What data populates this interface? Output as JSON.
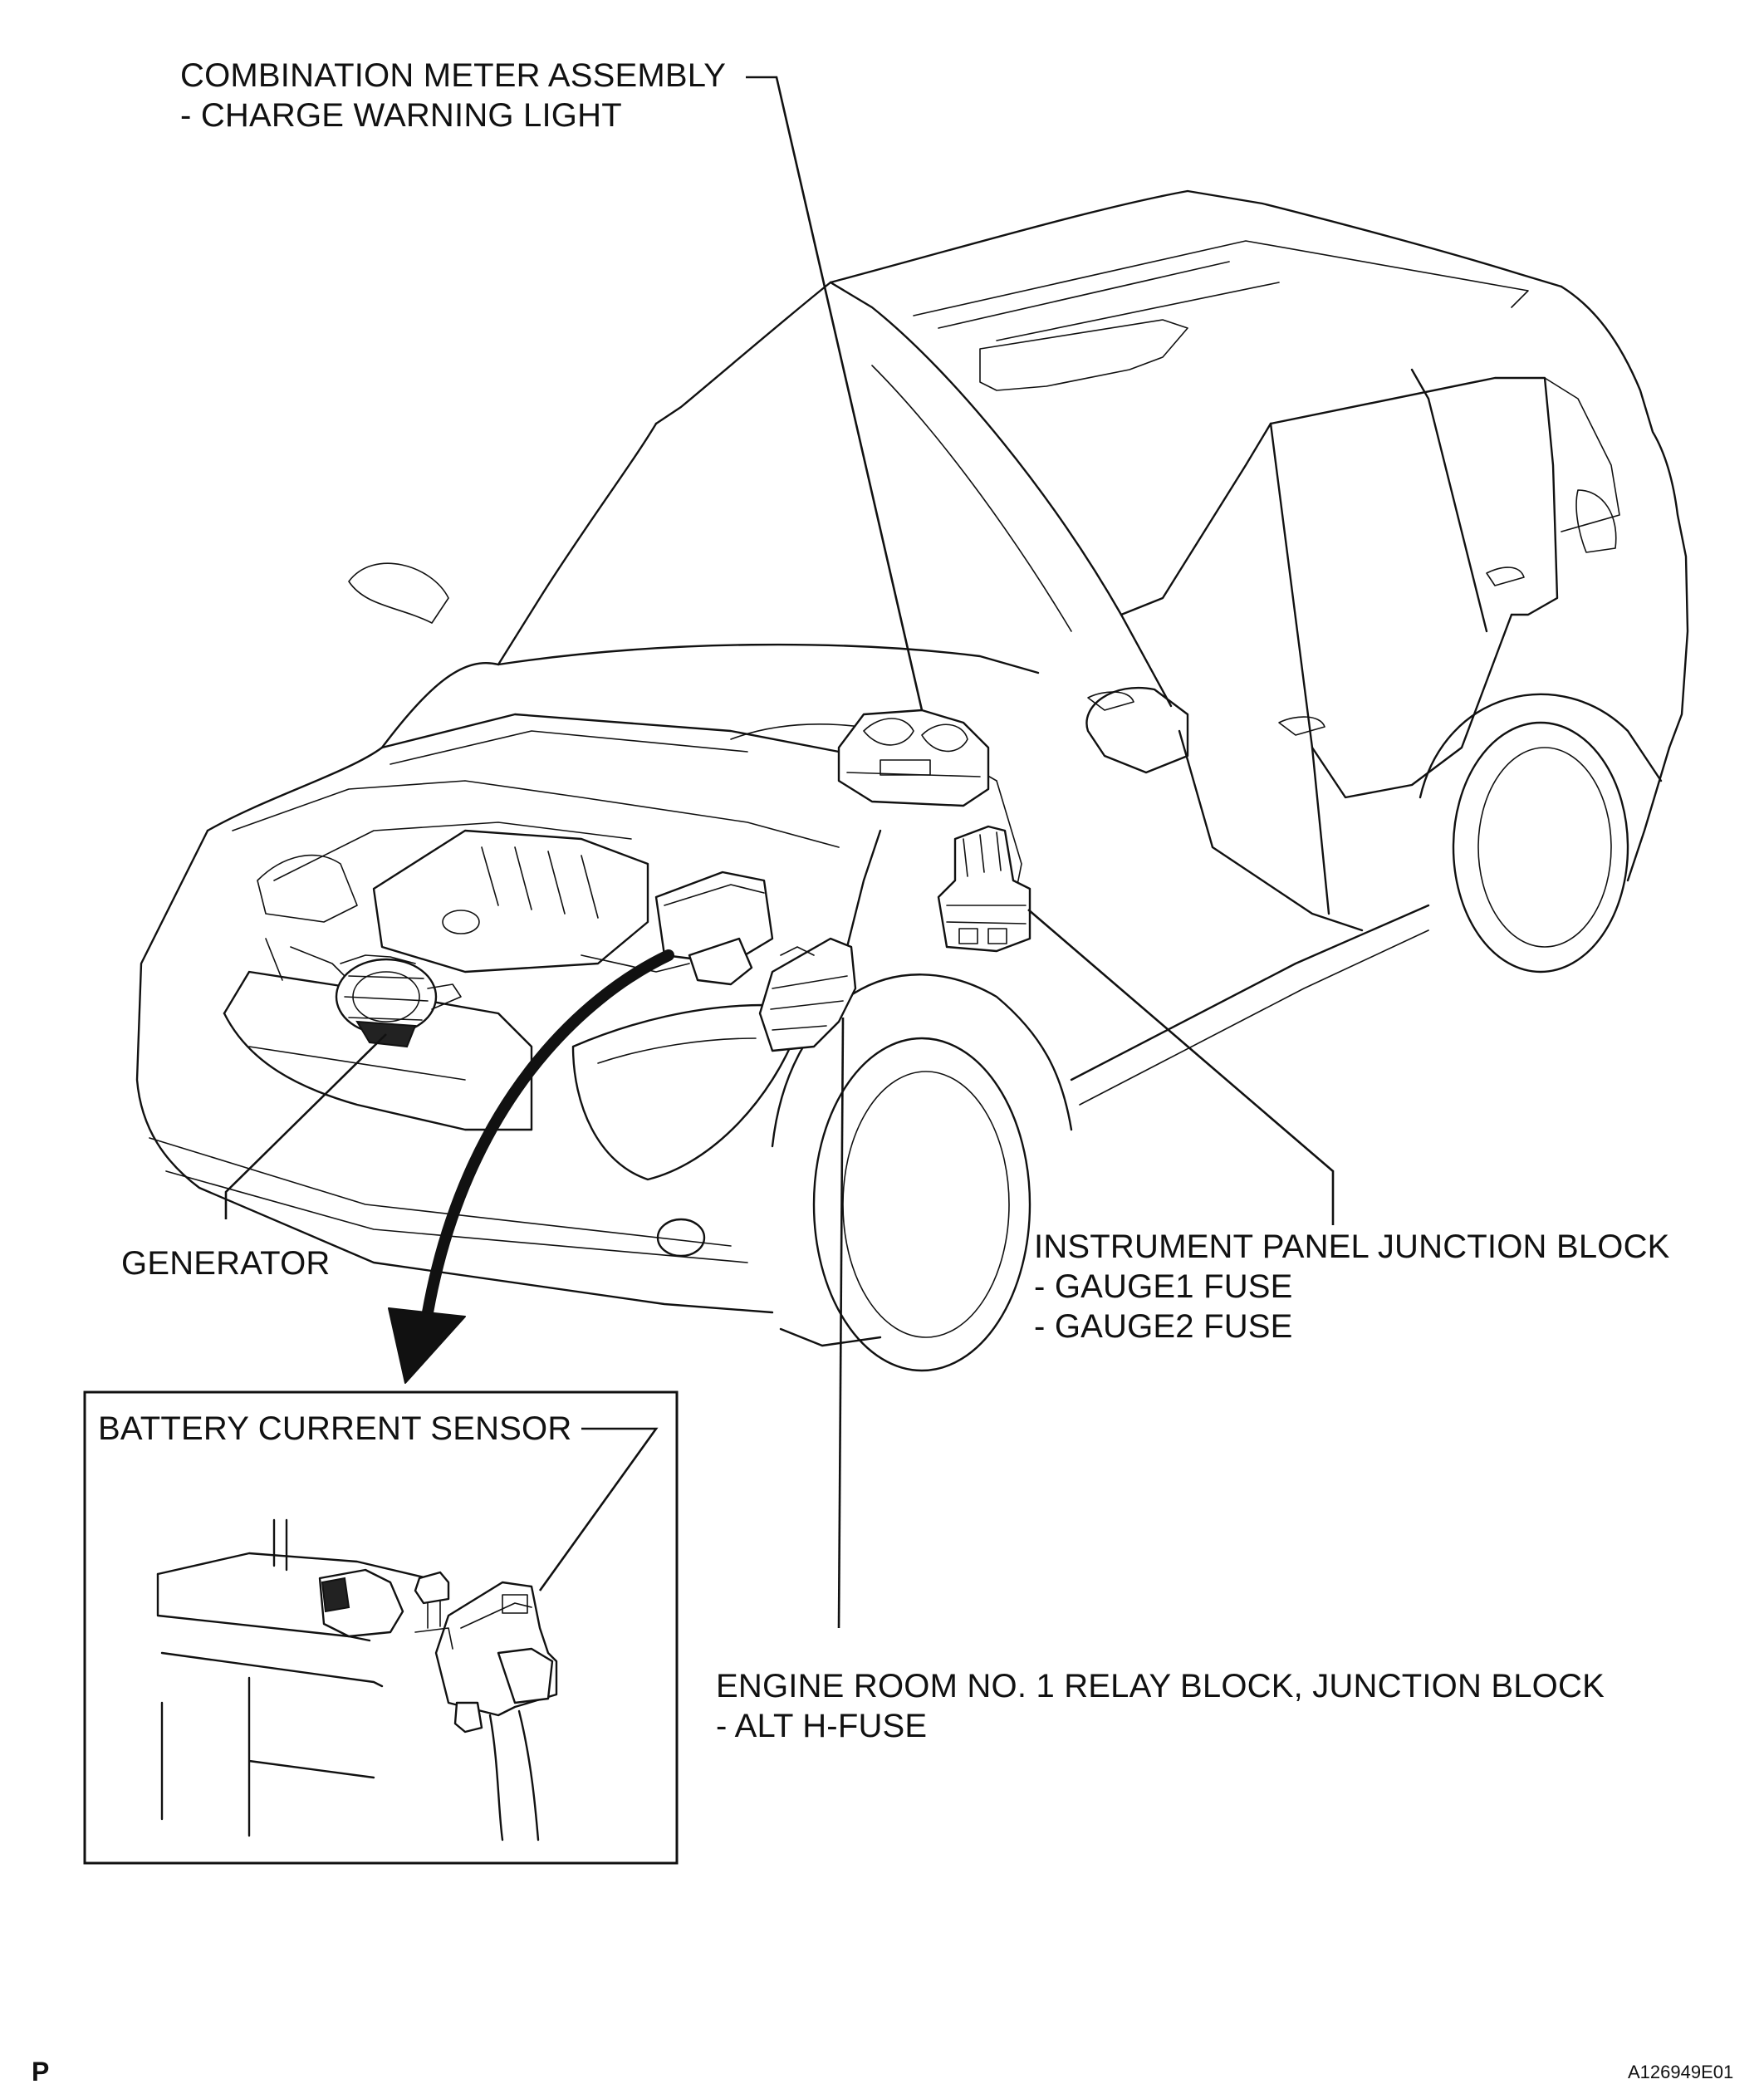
{
  "labels": {
    "combination_meter": [
      "COMBINATION METER ASSEMBLY",
      "- CHARGE WARNING LIGHT"
    ],
    "instrument_panel_jb": [
      "INSTRUMENT PANEL JUNCTION BLOCK",
      "- GAUGE1 FUSE",
      "- GAUGE2 FUSE"
    ],
    "generator": [
      "GENERATOR"
    ],
    "engine_room_relay": [
      "ENGINE ROOM NO. 1 RELAY BLOCK, JUNCTION BLOCK",
      "- ALT H-FUSE"
    ],
    "battery_current_sensor": [
      "BATTERY CURRENT SENSOR"
    ]
  },
  "footer": {
    "page_letter": "P",
    "figure_id": "A126949E01"
  },
  "icons": {
    "vehicle": "suv-line-drawing-icon",
    "meter": "combination-meter-icon",
    "junction_block": "junction-block-icon",
    "generator": "generator-icon",
    "relay_block": "relay-block-icon",
    "sensor": "battery-current-sensor-icon",
    "arrow": "curved-arrow-icon"
  }
}
